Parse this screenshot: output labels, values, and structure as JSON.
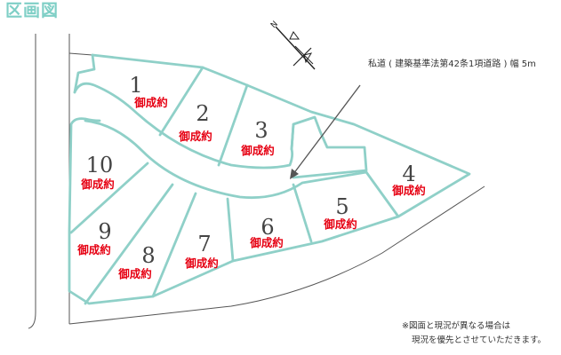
{
  "title": "区画図",
  "road_label": "私道 ( 建築基準法第42条1項道路 ) 幅 5m",
  "compass": {
    "north_label": "N"
  },
  "lots": [
    {
      "number": "1",
      "size_label": "御成約"
    },
    {
      "number": "2",
      "size_label": "御成約"
    },
    {
      "number": "3",
      "size_label": "御成約"
    },
    {
      "number": "4",
      "size_label": "御成約"
    },
    {
      "number": "5",
      "size_label": "御成約"
    },
    {
      "number": "6",
      "size_label": "御成約"
    },
    {
      "number": "7",
      "size_label": "御成約"
    },
    {
      "number": "8",
      "size_label": "御成約"
    },
    {
      "number": "9",
      "size_label": "御成約"
    },
    {
      "number": "10",
      "size_label": "御成約"
    }
  ],
  "notes": {
    "line1": "※図面と現況が異なる場合は",
    "line2": "現況を優先とさせていただきます。"
  },
  "colors": {
    "title": "#7fcfc6",
    "lot_outline": "#8fd0c8",
    "surroundings": "#555555",
    "status_text": "#e60012"
  }
}
